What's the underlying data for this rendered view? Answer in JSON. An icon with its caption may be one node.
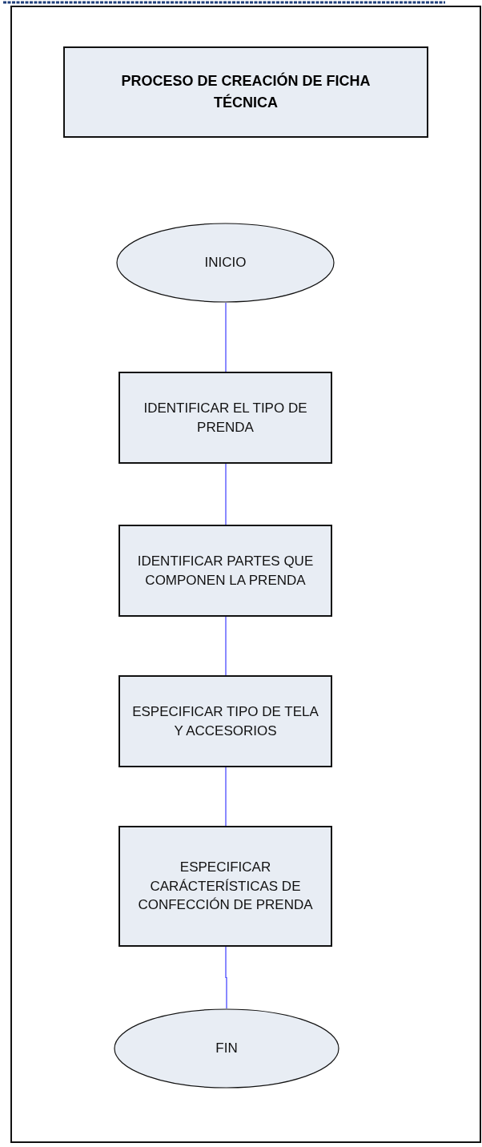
{
  "diagram": {
    "title": "PROCESO DE CREACIÓN DE FICHA TÉCNICA",
    "nodes": [
      {
        "text": [
          "INICIO"
        ]
      },
      {
        "text": [
          "IDENTIFICAR EL TIPO DE PRENDA"
        ]
      },
      {
        "text": [
          "IDENTIFICAR PARTES QUE COMPONEN LA PRENDA"
        ]
      },
      {
        "text": [
          "ESPECIFICAR TIPO DE TELA Y ACCESORIOS"
        ]
      },
      {
        "text": [
          "ESPECIFICAR CARÁCTERÍSTICAS DE CONFECCIÓN DE PRENDA"
        ]
      },
      {
        "text": [
          "FIN"
        ]
      }
    ],
    "edges": [
      {
        "from": 0,
        "to": 1,
        "arrow": "none"
      },
      {
        "from": 1,
        "to": 2,
        "arrow": "none"
      },
      {
        "from": 2,
        "to": 3,
        "arrow": "none"
      },
      {
        "from": 3,
        "to": 4,
        "arrow": "none"
      },
      {
        "from": 4,
        "to": 5,
        "arrow": "none"
      }
    ]
  }
}
